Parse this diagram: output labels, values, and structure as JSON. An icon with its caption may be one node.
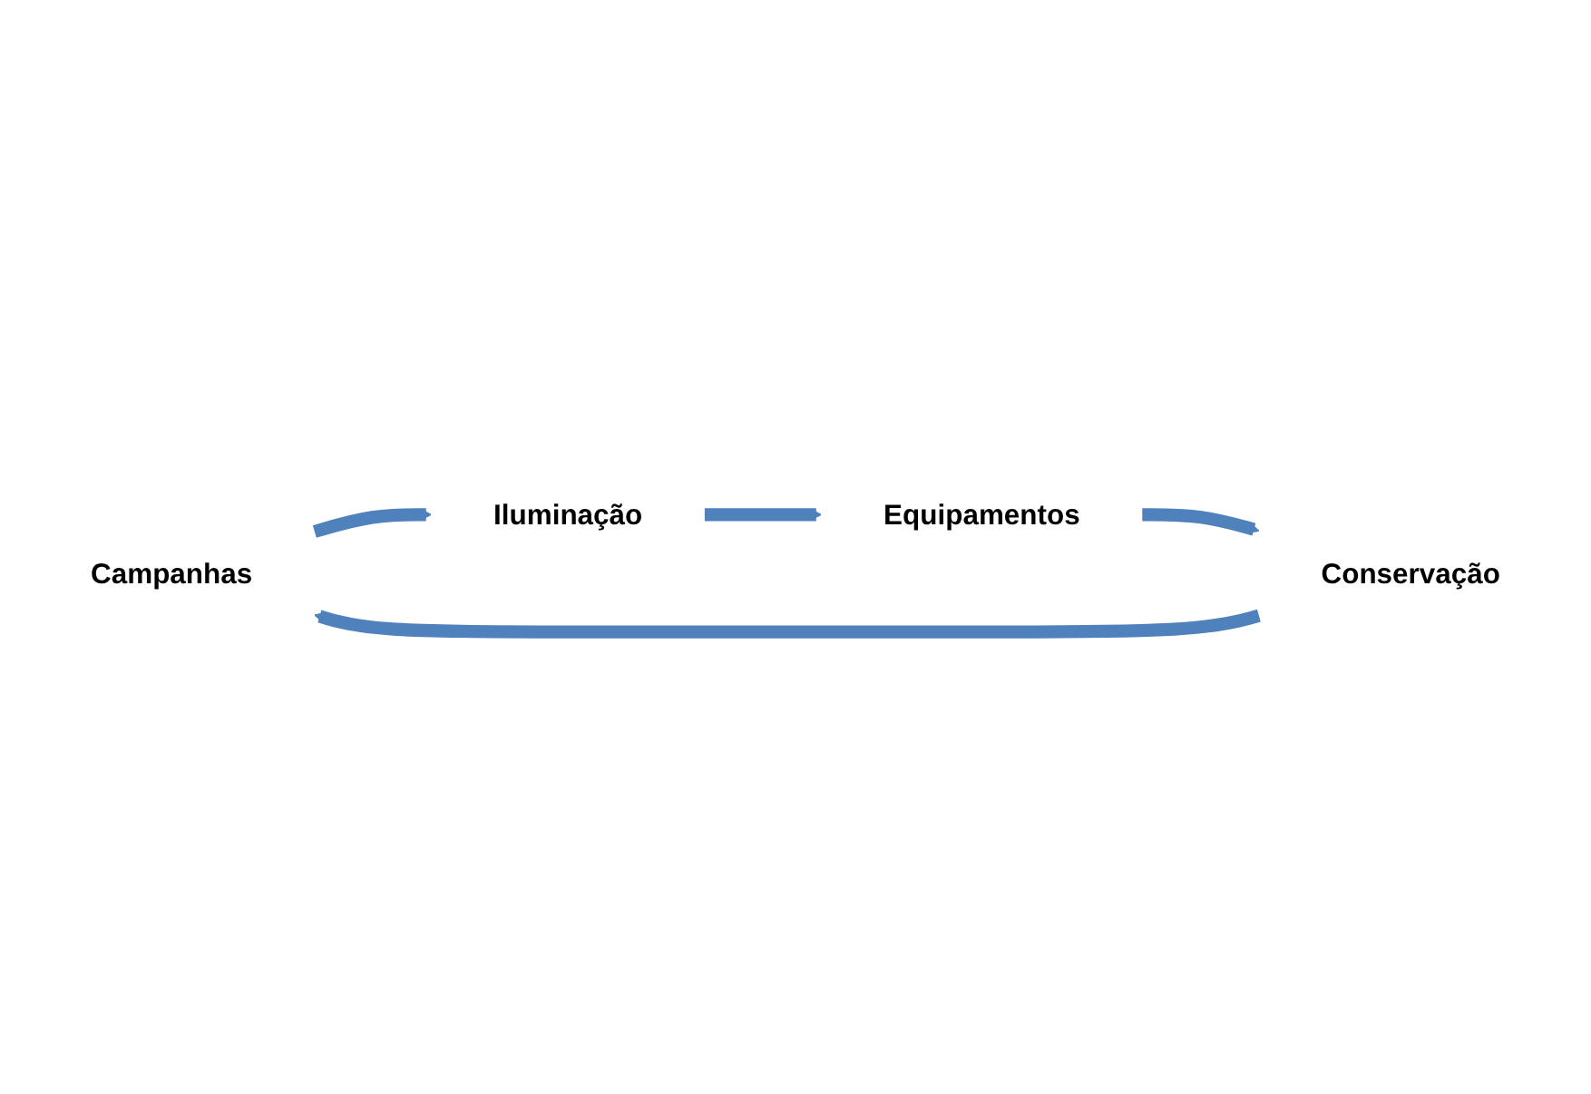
{
  "diagram": {
    "nodes": [
      {
        "text": [
          "Campanhas"
        ]
      },
      {
        "text": [
          "Iluminação"
        ]
      },
      {
        "text": [
          "Equipamentos"
        ]
      },
      {
        "text": [
          "Conservação"
        ]
      }
    ],
    "edges": [
      {
        "from": 0,
        "to": 1,
        "arrow": "to"
      },
      {
        "from": 1,
        "to": 2,
        "arrow": "to"
      },
      {
        "from": 2,
        "to": 3,
        "arrow": "to"
      },
      {
        "from": 3,
        "to": 0,
        "arrow": "to"
      }
    ]
  }
}
